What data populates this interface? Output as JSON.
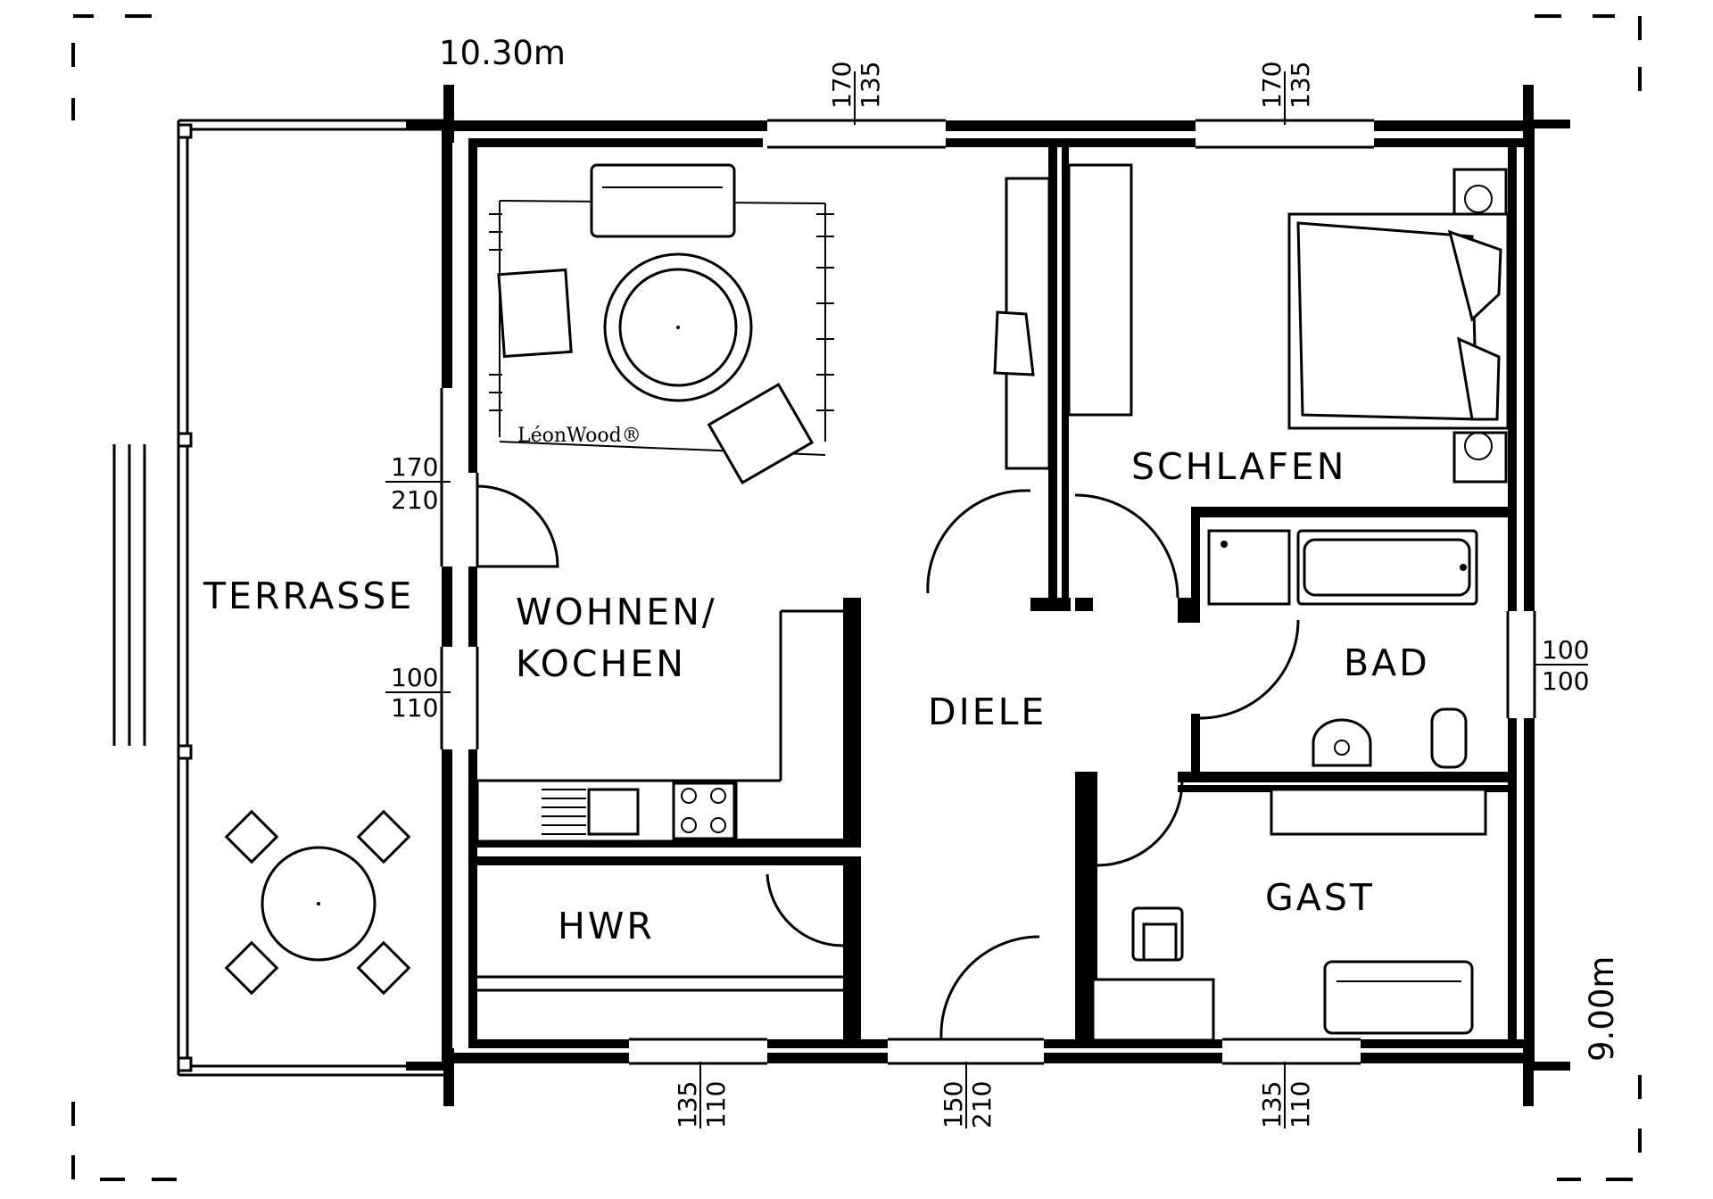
{
  "dimensions": {
    "width_total": "10.30m",
    "depth_total": "9.00m"
  },
  "rooms": {
    "terrasse": "TERRASSE",
    "wohnen_line1": "WOHNEN/",
    "wohnen_line2": "KOCHEN",
    "schlafen": "SCHLAFEN",
    "bad": "BAD",
    "diele": "DIELE",
    "hwr": "HWR",
    "gast": "GAST"
  },
  "openings": {
    "top_window_1": {
      "w": "170",
      "h": "135"
    },
    "top_window_2": {
      "w": "170",
      "h": "135"
    },
    "left_door": {
      "w": "170",
      "h": "210"
    },
    "left_window": {
      "w": "100",
      "h": "110"
    },
    "right_window": {
      "w": "100",
      "h": "100"
    },
    "bottom_window_1": {
      "w": "135",
      "h": "110"
    },
    "bottom_door": {
      "w": "150",
      "h": "210"
    },
    "bottom_window_2": {
      "w": "135",
      "h": "110"
    }
  },
  "logo": {
    "text": "LéonWood®"
  }
}
